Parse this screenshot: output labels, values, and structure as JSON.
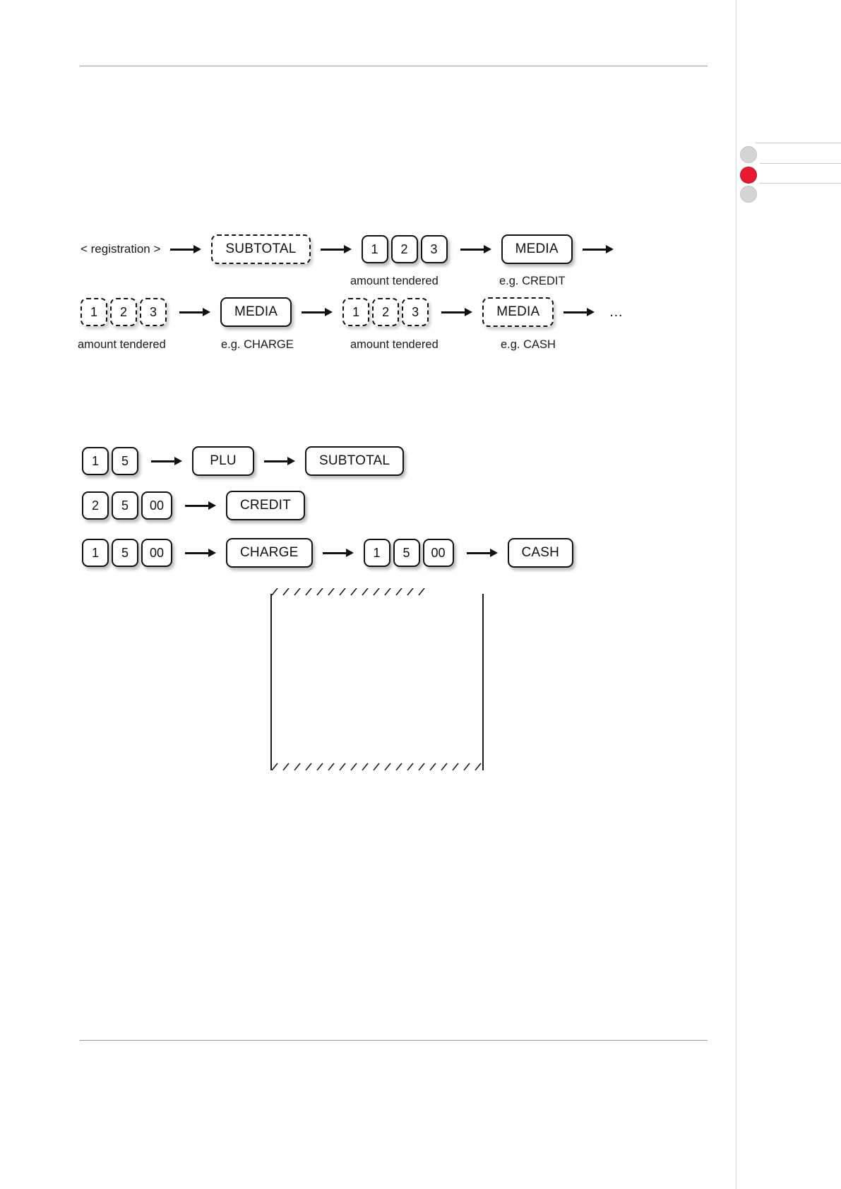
{
  "page": {
    "background_color": "#ffffff",
    "rule_color": "#9a9a9a",
    "accent_color": "#e8192c"
  },
  "tab_markers": [
    {
      "name": "tab-marker-upper",
      "state": "inactive",
      "color": "#d4d4d4"
    },
    {
      "name": "tab-marker-current",
      "state": "active",
      "color": "#e8192c"
    },
    {
      "name": "tab-marker-lower",
      "state": "inactive",
      "color": "#d4d4d4"
    }
  ],
  "diagram_one": {
    "row1": {
      "start_label": "< registration >",
      "subtotal_key": "SUBTOTAL",
      "amount_keys": [
        "1",
        "2",
        "3"
      ],
      "media_key": "MEDIA",
      "caption_amount": "amount tendered",
      "caption_media": "e.g. CREDIT"
    },
    "row2": {
      "amount_keys_a": [
        "1",
        "2",
        "3"
      ],
      "media_key_a": "MEDIA",
      "amount_keys_b": [
        "1",
        "2",
        "3"
      ],
      "media_key_b": "MEDIA",
      "caption_amount_a": "amount tendered",
      "caption_media_a": "e.g. CHARGE",
      "caption_amount_b": "amount tendered",
      "caption_media_b": "e.g. CASH",
      "continuation": "…"
    }
  },
  "diagram_two": {
    "row1": {
      "keys": [
        "1",
        "5"
      ],
      "func_key": "PLU",
      "end_key": "SUBTOTAL"
    },
    "row2": {
      "keys": [
        "2",
        "5",
        "00"
      ],
      "func_key": "CREDIT"
    },
    "row3": {
      "keys": [
        "1",
        "5",
        "00"
      ],
      "func_key": "CHARGE",
      "keys_b": [
        "1",
        "5",
        "00"
      ],
      "end_key": "CASH"
    }
  }
}
